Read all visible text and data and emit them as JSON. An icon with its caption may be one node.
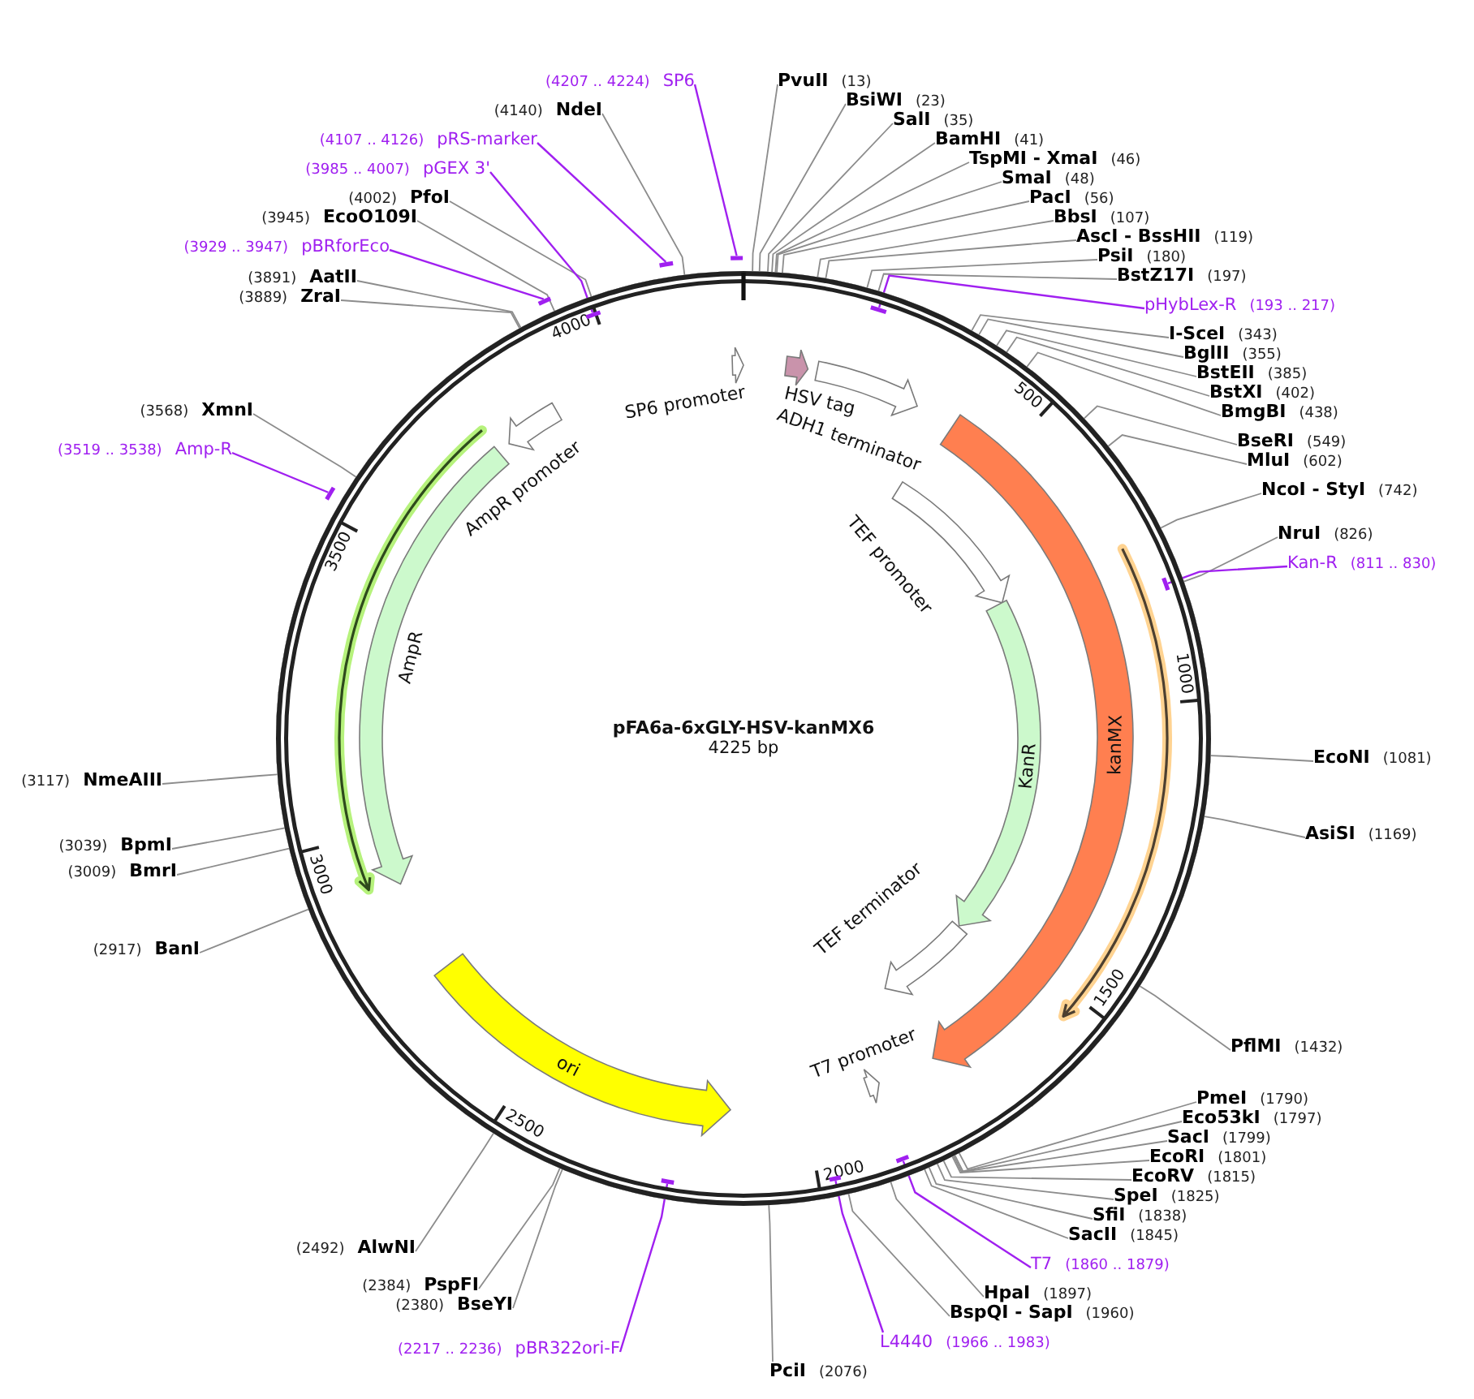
{
  "diagram": {
    "nodes": [
      {
        "text": [
          "PvuII",
          "(13)"
        ]
      },
      {
        "text": [
          "BsiWI",
          "(23)"
        ]
      },
      {
        "text": [
          "SalI",
          "(35)"
        ]
      },
      {
        "text": [
          "BamHI",
          "(41)"
        ]
      },
      {
        "text": [
          "TspMI - XmaI",
          "(46)"
        ]
      },
      {
        "text": [
          "SmaI",
          "(48)"
        ]
      },
      {
        "text": [
          "PacI",
          "(56)"
        ]
      },
      {
        "text": [
          "BbsI",
          "(107)"
        ]
      },
      {
        "text": [
          "AscI - BssHII",
          "(119)"
        ]
      },
      {
        "text": [
          "PsiI",
          "(180)"
        ]
      },
      {
        "text": [
          "BstZ17I",
          "(197)"
        ]
      },
      {
        "text": [
          "pHybLex-R",
          "(193 .. 217)"
        ]
      },
      {
        "text": [
          "I-SceI",
          "(343)"
        ]
      },
      {
        "text": [
          "BglII",
          "(355)"
        ]
      },
      {
        "text": [
          "BstEII",
          "(385)"
        ]
      },
      {
        "text": [
          "BstXI",
          "(402)"
        ]
      },
      {
        "text": [
          "BmgBI",
          "(438)"
        ]
      },
      {
        "text": [
          "BseRI",
          "(549)"
        ]
      },
      {
        "text": [
          "MluI",
          "(602)"
        ]
      },
      {
        "text": [
          "NcoI - StyI",
          "(742)"
        ]
      },
      {
        "text": [
          "NruI",
          "(826)"
        ]
      },
      {
        "text": [
          "Kan-R",
          "(811 .. 830)"
        ]
      },
      {
        "text": [
          "EcoNI",
          "(1081)"
        ]
      },
      {
        "text": [
          "AsiSI",
          "(1169)"
        ]
      },
      {
        "text": [
          "PflMI",
          "(1432)"
        ]
      },
      {
        "text": [
          "PmeI",
          "(1790)"
        ]
      },
      {
        "text": [
          "Eco53kI",
          "(1797)"
        ]
      },
      {
        "text": [
          "SacI",
          "(1799)"
        ]
      },
      {
        "text": [
          "EcoRI",
          "(1801)"
        ]
      },
      {
        "text": [
          "EcoRV",
          "(1815)"
        ]
      },
      {
        "text": [
          "SpeI",
          "(1825)"
        ]
      },
      {
        "text": [
          "SfiI",
          "(1838)"
        ]
      },
      {
        "text": [
          "SacII",
          "(1845)"
        ]
      },
      {
        "text": [
          "T7",
          "(1860 .. 1879)"
        ]
      },
      {
        "text": [
          "HpaI",
          "(1897)"
        ]
      },
      {
        "text": [
          "BspQI - SapI",
          "(1960)"
        ]
      },
      {
        "text": [
          "L4440",
          "(1966 .. 1983)"
        ]
      },
      {
        "text": [
          "PciI",
          "(2076)"
        ]
      },
      {
        "text": [
          "(2217 .. 2236)",
          "pBR322ori-F"
        ]
      },
      {
        "text": [
          "(2380)",
          "BseYI"
        ]
      },
      {
        "text": [
          "(2384)",
          "PspFI"
        ]
      },
      {
        "text": [
          "(2492)",
          "AlwNI"
        ]
      },
      {
        "text": [
          "(2917)",
          "BanI"
        ]
      },
      {
        "text": [
          "(3009)",
          "BmrI"
        ]
      },
      {
        "text": [
          "(3039)",
          "BpmI"
        ]
      },
      {
        "text": [
          "(3117)",
          "NmeAIII"
        ]
      },
      {
        "text": [
          "(3519 .. 3538)",
          "Amp-R"
        ]
      },
      {
        "text": [
          "(3568)",
          "XmnI"
        ]
      },
      {
        "text": [
          "(3889)",
          "ZraI"
        ]
      },
      {
        "text": [
          "(3891)",
          "AatII"
        ]
      },
      {
        "text": [
          "(3929 .. 3947)",
          "pBRforEco"
        ]
      },
      {
        "text": [
          "(3945)",
          "EcoO109I"
        ]
      },
      {
        "text": [
          "(4002)",
          "PfoI"
        ]
      },
      {
        "text": [
          "(3985 .. 4007)",
          "pGEX 3'"
        ]
      },
      {
        "text": [
          "(4107 .. 4126)",
          "pRS-marker"
        ]
      },
      {
        "text": [
          "(4140)",
          "NdeI"
        ]
      },
      {
        "text": [
          "(4207 .. 4224)",
          "SP6"
        ]
      },
      {
        "text": [
          "pFA6a-6xGLY-HSV-kanMX6",
          "4225 bp"
        ],
        "beside": [
          "500",
          "1000",
          "1500",
          "2000",
          "2500",
          "3000",
          "3500",
          "4000"
        ]
      },
      {
        "text": [],
        "shape": "bar",
        "in": 57
      },
      {
        "text": [],
        "shape": "bar",
        "in": 57
      },
      {
        "text": [],
        "shape": "bar",
        "in": 57
      },
      {
        "text": [],
        "shape": "bar",
        "in": 57
      },
      {
        "text": [],
        "shape": "bar",
        "in": 57
      },
      {
        "text": [],
        "shape": "bar",
        "in": 57
      },
      {
        "text": [],
        "shape": "bar",
        "in": 57
      },
      {
        "text": [],
        "shape": "bar",
        "in": 57
      },
      {
        "text": [],
        "shape": "bar"
      },
      {
        "text": [],
        "shape": "bar"
      },
      {
        "text": [
          "HSV tag"
        ],
        "in": 57
      },
      {
        "text": [
          "ADH1 terminator"
        ],
        "in": 57
      },
      {
        "text": [
          "TEF promoter"
        ],
        "in": 57
      },
      {
        "text": [
          "KanR"
        ],
        "in": 57
      },
      {
        "text": [
          "TEF terminator"
        ],
        "in": 57
      },
      {
        "text": [
          "kanMX"
        ],
        "in": 57
      },
      {
        "text": [
          "T7 promoter"
        ],
        "in": 57
      },
      {
        "text": [
          "ori"
        ],
        "in": 57
      },
      {
        "text": [
          "AmpR"
        ],
        "in": 57
      },
      {
        "text": [
          "AmpR promoter"
        ],
        "in": 57
      },
      {
        "text": [
          "SP6 promoter"
        ],
        "in": 57
      }
    ],
    "edges": [
      {
        "from": 0,
        "to": 57,
        "arrow": "none"
      },
      {
        "from": 1,
        "to": 57,
        "arrow": "none"
      },
      {
        "from": 2,
        "to": 57,
        "arrow": "none"
      },
      {
        "from": 3,
        "to": 57,
        "arrow": "none"
      },
      {
        "from": 4,
        "to": 57,
        "arrow": "none"
      },
      {
        "from": 5,
        "to": 57,
        "arrow": "none"
      },
      {
        "from": 6,
        "to": 57,
        "arrow": "none"
      },
      {
        "from": 7,
        "to": 57,
        "arrow": "none"
      },
      {
        "from": 8,
        "to": 57,
        "arrow": "none"
      },
      {
        "from": 9,
        "to": 57,
        "arrow": "none"
      },
      {
        "from": 10,
        "to": 57,
        "arrow": "none"
      },
      {
        "from": 11,
        "to": 58,
        "arrow": "none",
        "color": "#a020f0"
      },
      {
        "from": 12,
        "to": 57,
        "arrow": "none"
      },
      {
        "from": 13,
        "to": 57,
        "arrow": "none"
      },
      {
        "from": 14,
        "to": 57,
        "arrow": "none"
      },
      {
        "from": 15,
        "to": 57,
        "arrow": "none"
      },
      {
        "from": 16,
        "to": 57,
        "arrow": "none"
      },
      {
        "from": 17,
        "to": 57,
        "arrow": "none"
      },
      {
        "from": 18,
        "to": 57,
        "arrow": "none"
      },
      {
        "from": 19,
        "to": 57,
        "arrow": "none"
      },
      {
        "from": 20,
        "to": 57,
        "arrow": "none"
      },
      {
        "from": 21,
        "to": 59,
        "arrow": "none",
        "color": "#a020f0"
      },
      {
        "from": 22,
        "to": 57,
        "arrow": "none"
      },
      {
        "from": 23,
        "to": 57,
        "arrow": "none"
      },
      {
        "from": 24,
        "to": 57,
        "arrow": "none"
      },
      {
        "from": 25,
        "to": 57,
        "arrow": "none"
      },
      {
        "from": 26,
        "to": 57,
        "arrow": "none"
      },
      {
        "from": 27,
        "to": 57,
        "arrow": "none"
      },
      {
        "from": 28,
        "to": 57,
        "arrow": "none"
      },
      {
        "from": 29,
        "to": 57,
        "arrow": "none"
      },
      {
        "from": 30,
        "to": 57,
        "arrow": "none"
      },
      {
        "from": 31,
        "to": 57,
        "arrow": "none"
      },
      {
        "from": 32,
        "to": 57,
        "arrow": "none"
      },
      {
        "from": 33,
        "to": 60,
        "arrow": "none",
        "color": "#a020f0"
      },
      {
        "from": 34,
        "to": 57,
        "arrow": "none"
      },
      {
        "from": 35,
        "to": 57,
        "arrow": "none"
      },
      {
        "from": 36,
        "to": 61,
        "arrow": "none",
        "color": "#a020f0"
      },
      {
        "from": 37,
        "to": 57,
        "arrow": "none"
      },
      {
        "from": 38,
        "to": 62,
        "arrow": "none",
        "color": "#a020f0"
      },
      {
        "from": 39,
        "to": 57,
        "arrow": "none"
      },
      {
        "from": 40,
        "to": 57,
        "arrow": "none"
      },
      {
        "from": 41,
        "to": 57,
        "arrow": "none"
      },
      {
        "from": 42,
        "to": 57,
        "arrow": "none"
      },
      {
        "from": 43,
        "to": 57,
        "arrow": "none"
      },
      {
        "from": 44,
        "to": 57,
        "arrow": "none"
      },
      {
        "from": 45,
        "to": 57,
        "arrow": "none"
      },
      {
        "from": 46,
        "to": 63,
        "arrow": "none",
        "color": "#a020f0"
      },
      {
        "from": 47,
        "to": 57,
        "arrow": "none"
      },
      {
        "from": 48,
        "to": 57,
        "arrow": "none"
      },
      {
        "from": 49,
        "to": 57,
        "arrow": "none"
      },
      {
        "from": 50,
        "to": 64,
        "arrow": "none",
        "color": "#a020f0"
      },
      {
        "from": 51,
        "to": 57,
        "arrow": "none"
      },
      {
        "from": 52,
        "to": 57,
        "arrow": "none"
      },
      {
        "from": 53,
        "to": 65,
        "arrow": "none",
        "color": "#a020f0"
      },
      {
        "from": 54,
        "to": 66,
        "arrow": "none",
        "color": "#a020f0"
      },
      {
        "from": 55,
        "to": 57,
        "arrow": "none"
      },
      {
        "from": 56,
        "to": 67,
        "arrow": "none",
        "color": "#a020f0"
      }
    ]
  }
}
